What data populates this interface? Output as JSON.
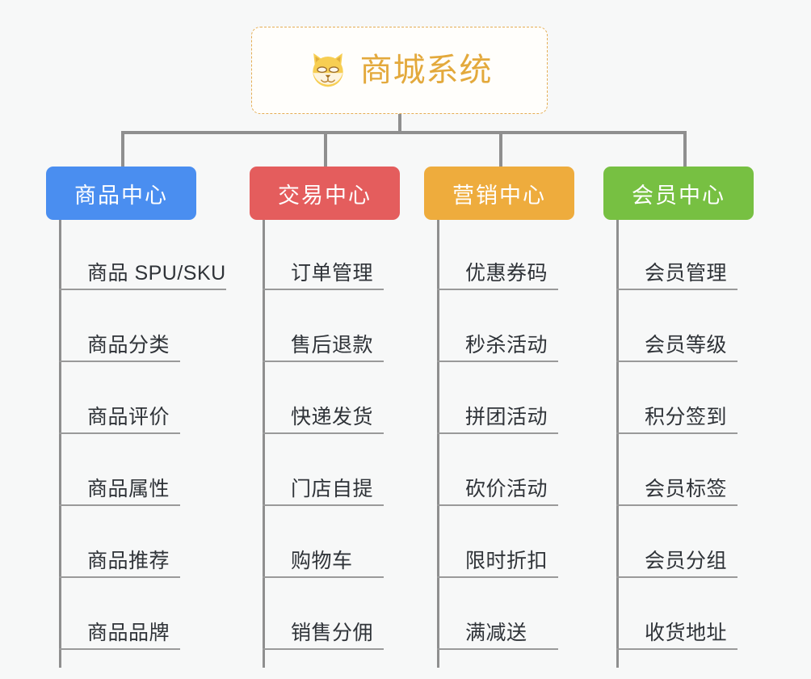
{
  "root": {
    "icon": "shiba-dog-icon",
    "title": "商城系统",
    "border_color": "#e5ae55",
    "text_color": "#e3a93c"
  },
  "connector_color": "#8f8f8f",
  "columns": [
    {
      "title": "商品中心",
      "color": "#4a8ef0",
      "items": [
        "商品 SPU/SKU",
        "商品分类",
        "商品评价",
        "商品属性",
        "商品推荐",
        "商品品牌"
      ]
    },
    {
      "title": "交易中心",
      "color": "#e45d5d",
      "items": [
        "订单管理",
        "售后退款",
        "快递发货",
        "门店自提",
        "购物车",
        "销售分佣"
      ]
    },
    {
      "title": "营销中心",
      "color": "#eeac3d",
      "items": [
        "优惠券码",
        "秒杀活动",
        "拼团活动",
        "砍价活动",
        "限时折扣",
        "满减送"
      ]
    },
    {
      "title": "会员中心",
      "color": "#77c042",
      "items": [
        "会员管理",
        "会员等级",
        "积分签到",
        "会员标签",
        "会员分组",
        "收货地址"
      ]
    }
  ]
}
